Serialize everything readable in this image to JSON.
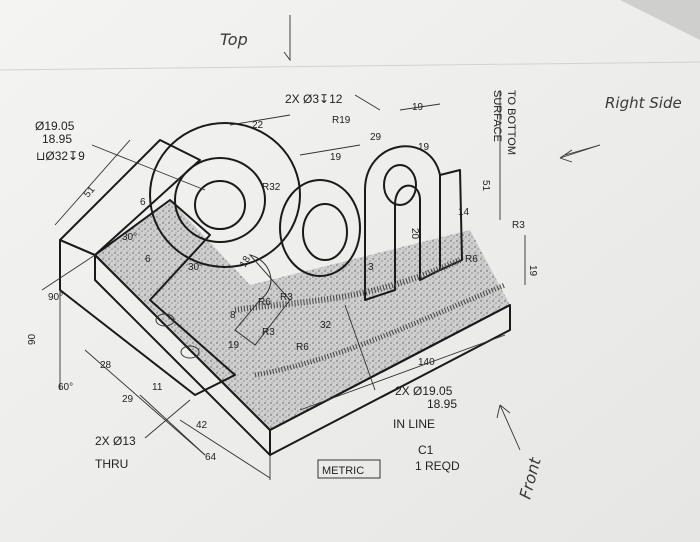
{
  "handwritten": {
    "top": "Top",
    "right_side": "Right Side",
    "front": "Front"
  },
  "callouts": {
    "bore_dia_upper": "Ø19.05",
    "bore_dia_lower": "18.95",
    "counterbore": "⊔Ø32↧9",
    "holes_top": "2X Ø3↧12",
    "to_bottom_line1": "TO BOTTOM",
    "to_bottom_line2": "SURFACE",
    "holes_in_line": "2X Ø19.05",
    "holes_in_line_lower": "18.95",
    "in_line": "IN LINE",
    "holes_thru_line1": "2X Ø13",
    "holes_thru_line2": "THRU",
    "metric": "METRIC",
    "c1": "C1",
    "reqd": "1 REQD"
  },
  "dimensions": [
    "51",
    "6",
    "30°",
    "6",
    "30°",
    "90°",
    "90",
    "60°",
    "28",
    "29",
    "11",
    "42",
    "64",
    "22",
    "R32",
    "18",
    "R6",
    "R3",
    "R3",
    "R6",
    "19",
    "32",
    "R19",
    "29",
    "19",
    "19",
    "19",
    "51",
    "14",
    "R3",
    "19",
    "R6",
    "140",
    "8",
    "3",
    "20"
  ]
}
